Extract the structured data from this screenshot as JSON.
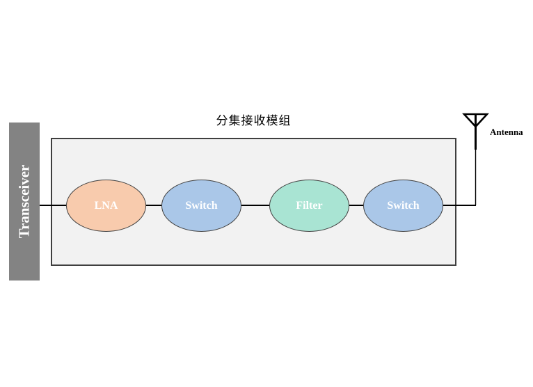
{
  "diagram": {
    "title": "分集接收模组",
    "transceiver": {
      "label": "Transceiver",
      "fill": "#838383",
      "text_color": "#ffffff"
    },
    "module_box": {
      "fill": "#f2f2f2",
      "border_color": "#3f3f3f"
    },
    "nodes": [
      {
        "id": "lna",
        "label": "LNA",
        "fill": "#f8cbad"
      },
      {
        "id": "switch-1",
        "label": "Switch",
        "fill": "#aac7e8"
      },
      {
        "id": "filter",
        "label": "Filter",
        "fill": "#a9e4d3"
      },
      {
        "id": "switch-2",
        "label": "Switch",
        "fill": "#aac7e8"
      }
    ],
    "node_border_color": "#404040",
    "node_text_color": "#ffffff",
    "connector_color": "#000000",
    "antenna": {
      "label": "Antenna",
      "color": "#000000"
    }
  }
}
